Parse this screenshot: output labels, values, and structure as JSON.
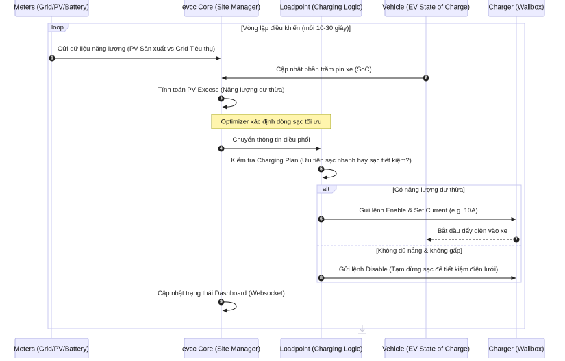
{
  "participants": [
    {
      "id": "meters",
      "label": "Meters (Grid/PV/Battery)"
    },
    {
      "id": "core",
      "label": "evcc Core (Site Manager)"
    },
    {
      "id": "loadpoint",
      "label": "Loadpoint (Charging Logic)"
    },
    {
      "id": "vehicle",
      "label": "Vehicle (EV State of Charge)"
    },
    {
      "id": "charger",
      "label": "Charger (Wallbox)"
    }
  ],
  "loop": {
    "label": "loop",
    "condition": "[Vòng lặp điều khiển (mỗi 10-30 giây)]"
  },
  "messages": [
    {
      "seq": "1",
      "from": "meters",
      "to": "core",
      "text": "Gửi dữ liệu năng lượng (PV Sản xuất vs Grid Tiêu thụ)",
      "style": "solid"
    },
    {
      "seq": "2",
      "from": "vehicle",
      "to": "core",
      "text": "Cập nhật phần trăm pin xe (SoC)",
      "style": "solid"
    },
    {
      "seq": "3",
      "from": "core",
      "to": "core",
      "text": "Tính toán PV Excess (Năng lượng dư thừa)",
      "style": "self"
    },
    {
      "seq": "4",
      "from": "core",
      "to": "loadpoint",
      "text": "Chuyển thông tin điều phối",
      "style": "solid"
    },
    {
      "seq": "5",
      "from": "loadpoint",
      "to": "loadpoint",
      "text": "Kiểm tra Charging Plan (Ưu tiên sạc nhanh hay sạc tiết kiệm?)",
      "style": "self"
    },
    {
      "seq": "6",
      "from": "loadpoint",
      "to": "charger",
      "text": "Gửi lệnh Enable & Set Current (e.g. 10A)",
      "style": "solid"
    },
    {
      "seq": "7",
      "from": "charger",
      "to": "vehicle",
      "text": "Bắt đầu đẩy điện vào xe",
      "style": "dashed"
    },
    {
      "seq": "8",
      "from": "loadpoint",
      "to": "charger",
      "text": "Gửi lệnh Disable (Tạm dừng sạc để tiết kiệm điện lưới)",
      "style": "solid"
    },
    {
      "seq": "9",
      "from": "core",
      "to": "core",
      "text": "Cập nhật trạng thái Dashboard (Websocket)",
      "style": "self"
    }
  ],
  "note": {
    "text": "Optimizer xác định dòng sạc tối ưu"
  },
  "alt": {
    "label": "alt",
    "condition": "[Có năng lượng dư thừa]",
    "else_condition": "[Không đủ nắng & không gấp]"
  }
}
